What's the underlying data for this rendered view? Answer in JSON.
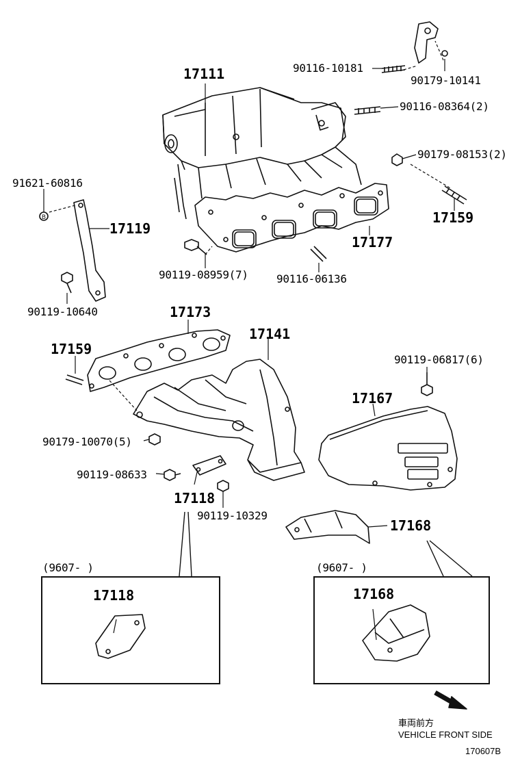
{
  "parts": {
    "p17111": "17111",
    "p90116_10181": "90116-10181",
    "p90179_10141": "90179-10141",
    "p90116_08364": "90116-08364(2)",
    "p90179_08153": "90179-08153(2)",
    "p91621_60816": "91621-60816",
    "p17119": "17119",
    "p17159_a": "17159",
    "p17177": "17177",
    "p90119_08959": "90119-08959(7)",
    "p90116_06136": "90116-06136",
    "p90119_10640": "90119-10640",
    "p17173": "17173",
    "p17141": "17141",
    "p17159_b": "17159",
    "p90119_06817": "90119-06817(6)",
    "p17167": "17167",
    "p90179_10070": "90179-10070(5)",
    "p90119_08633": "90119-08633",
    "p17118": "17118",
    "p90119_10329": "90119-10329",
    "p17168": "17168"
  },
  "insets": {
    "left": {
      "range": "(9607-      )",
      "part": "17118"
    },
    "right": {
      "range": "(9607-      )",
      "part": "17168"
    }
  },
  "direction": {
    "jp": "車両前方",
    "en": "VEHICLE FRONT SIDE"
  },
  "figure_id": "170607B"
}
